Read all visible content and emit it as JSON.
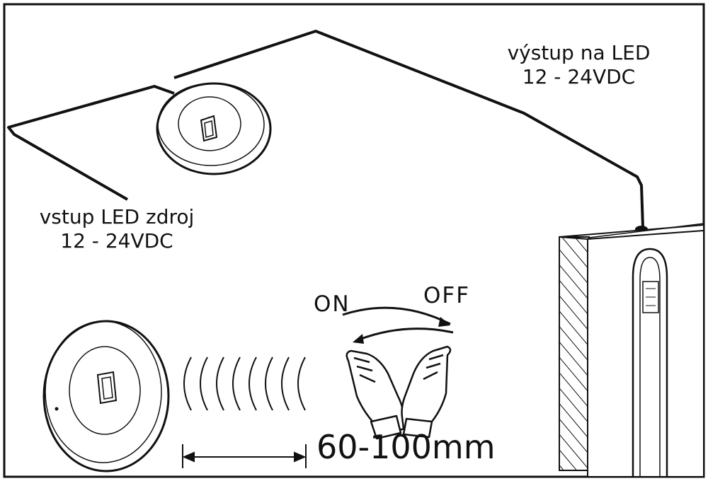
{
  "labels": {
    "output_line1": "výstup na LED",
    "output_line2": "12 - 24VDC",
    "input_line1": "vstup LED zdroj",
    "input_line2": "12 - 24VDC",
    "on": "ON",
    "off": "OFF",
    "distance": "60-100mm"
  },
  "icons": {
    "sensor": "round-touchless-sensor-switch-icon",
    "hands": "waving-hands-icon",
    "waves": "sensor-detection-waves-icon",
    "cabinet": "cabinet-with-led-strip-icon"
  },
  "colors": {
    "line": "#111111",
    "background": "#ffffff"
  }
}
